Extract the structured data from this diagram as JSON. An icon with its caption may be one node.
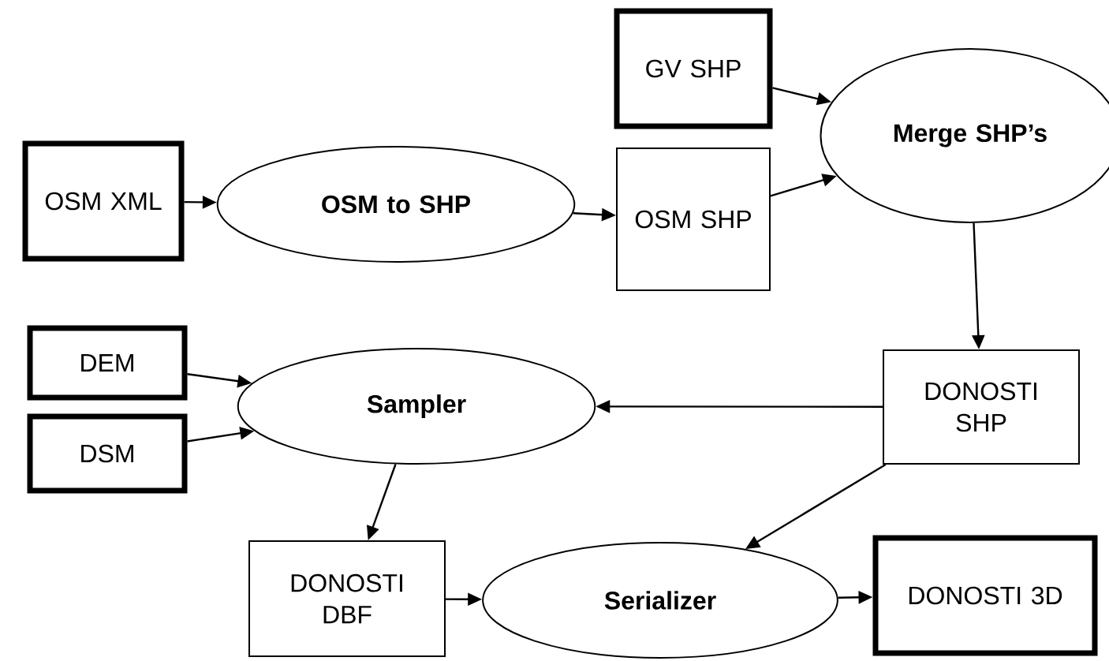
{
  "diagram": {
    "nodes": [
      {
        "text": [
          "OSM XML"
        ]
      },
      {
        "text": [
          "OSM to SHP"
        ]
      },
      {
        "text": [
          "GV SHP"
        ]
      },
      {
        "text": [
          "OSM SHP"
        ]
      },
      {
        "text": [
          "Merge SHP’s"
        ]
      },
      {
        "text": [
          "DEM"
        ]
      },
      {
        "text": [
          "DSM"
        ]
      },
      {
        "text": [
          "Sampler"
        ]
      },
      {
        "text": [
          "DONOSTI SHP"
        ]
      },
      {
        "text": [
          "DONOSTI DBF"
        ]
      },
      {
        "text": [
          "Serializer"
        ]
      },
      {
        "text": [
          "DONOSTI 3D"
        ]
      }
    ],
    "edges": [
      {
        "from": 0,
        "to": 1,
        "arrow": "to"
      },
      {
        "from": 1,
        "to": 3,
        "arrow": "to"
      },
      {
        "from": 2,
        "to": 4,
        "arrow": "to"
      },
      {
        "from": 3,
        "to": 4,
        "arrow": "to"
      },
      {
        "from": 4,
        "to": 8,
        "arrow": "to"
      },
      {
        "from": 5,
        "to": 7,
        "arrow": "to"
      },
      {
        "from": 6,
        "to": 7,
        "arrow": "to"
      },
      {
        "from": 8,
        "to": 7,
        "arrow": "to"
      },
      {
        "from": 7,
        "to": 9,
        "arrow": "to"
      },
      {
        "from": 9,
        "to": 10,
        "arrow": "to"
      },
      {
        "from": 8,
        "to": 10,
        "arrow": "to"
      },
      {
        "from": 10,
        "to": 11,
        "arrow": "to"
      }
    ]
  }
}
